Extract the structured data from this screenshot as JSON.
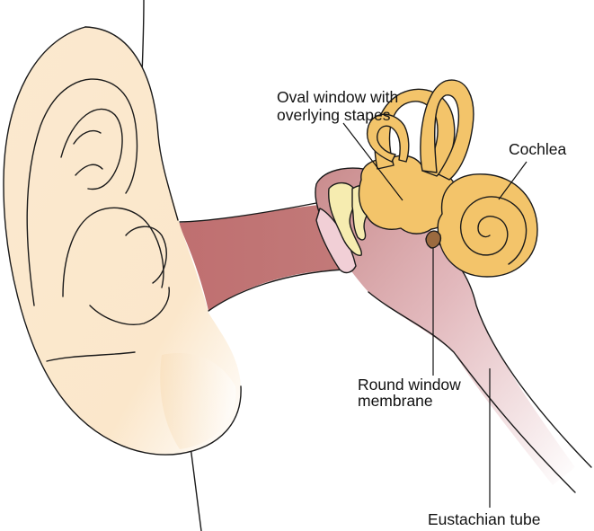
{
  "labels": {
    "oval_window": [
      "Oval window with",
      "overlying stapes"
    ],
    "cochlea": "Cochlea",
    "round_window": [
      "Round window",
      "membrane"
    ],
    "eustachian_tube": "Eustachian tube"
  },
  "colors": {
    "skin": "#fbe9cf",
    "skin_shadow": "#f2d2a8",
    "canal": "#c07472",
    "canal_light": "#e7c1c5",
    "inner_ear": "#f3c46a",
    "ossicle": "#f6ecb0",
    "outline": "#1a1a1a",
    "background": "#ffffff"
  }
}
